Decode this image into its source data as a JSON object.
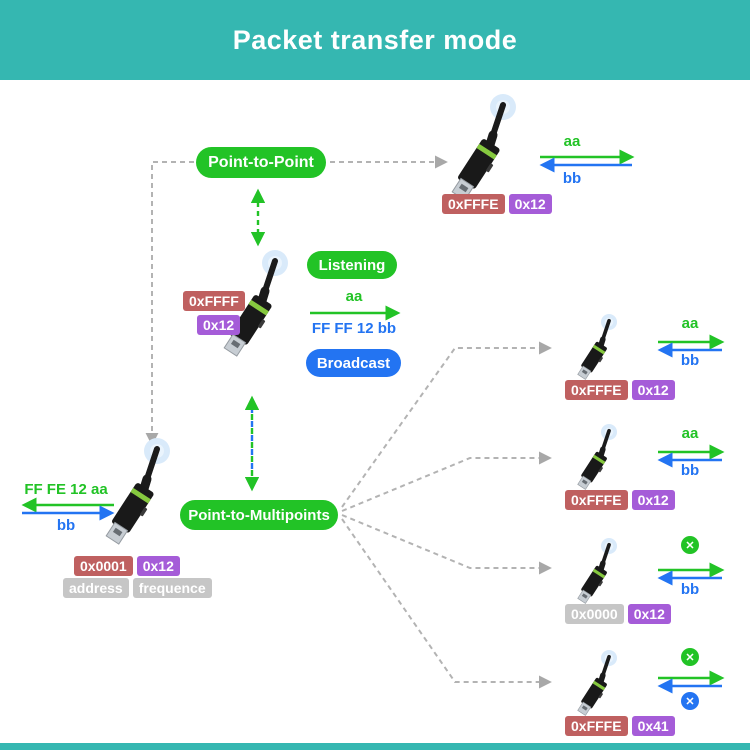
{
  "banner": {
    "title": "Packet transfer mode"
  },
  "colors": {
    "teal": "#35b7b1",
    "green": "#22c326",
    "blue": "#2374f2",
    "badge_red": "#bf6060",
    "badge_purple": "#a55cd8",
    "badge_gray": "#c6c6c6",
    "connector_gray": "#b3b3b3",
    "glow_blue": "#d9eafa"
  },
  "modes": {
    "point_to_point": "Point-to-Point",
    "listening": "Listening",
    "broadcast": "Broadcast",
    "point_to_multipoints": "Point-to-Multipoints"
  },
  "top_right_node": {
    "tx": "aa",
    "rx": "bb",
    "address": "0xFFFE",
    "channel": "0x12"
  },
  "middle_node": {
    "address": "0xFFFF",
    "channel": "0x12",
    "tx": "aa",
    "broadcast_packet": "FF FF 12 bb"
  },
  "left_node": {
    "tx_packet": "FF FE 12 aa",
    "rx": "bb",
    "address": "0x0001",
    "channel": "0x12",
    "address_caption": "address",
    "channel_caption": "frequence"
  },
  "right_nodes": [
    {
      "tx": "aa",
      "rx": "bb",
      "address": "0xFFFE",
      "channel": "0x12"
    },
    {
      "tx": "aa",
      "rx": "bb",
      "address": "0xFFFE",
      "channel": "0x12"
    },
    {
      "tx_blocked": "✕",
      "rx": "bb",
      "address": "0x0000",
      "channel": "0x12"
    },
    {
      "tx_blocked": "✕",
      "rx_blocked": "✕",
      "address": "0xFFFE",
      "channel": "0x41"
    }
  ],
  "icons": {
    "cross": "✕"
  }
}
